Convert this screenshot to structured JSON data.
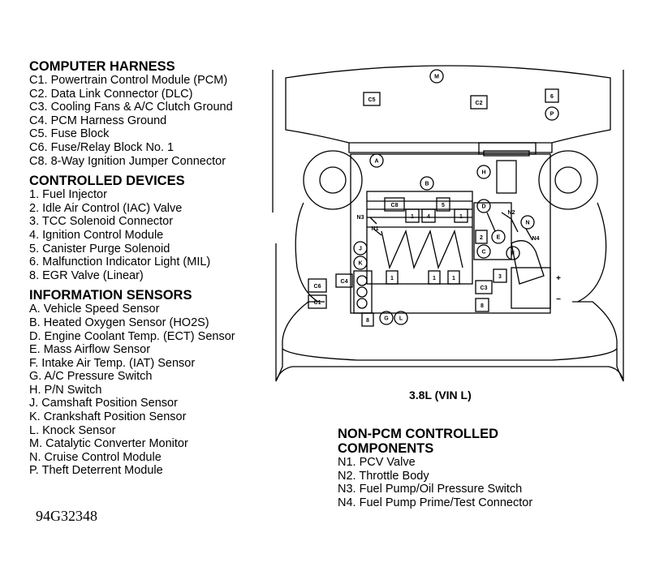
{
  "computer_harness": {
    "title": "COMPUTER HARNESS",
    "items": [
      "C1. Powertrain Control Module (PCM)",
      "C2. Data Link Connector (DLC)",
      "C3. Cooling Fans & A/C Clutch Ground",
      "C4. PCM Harness Ground",
      "C5. Fuse Block",
      "C6. Fuse/Relay Block No. 1",
      "C8. 8-Way Ignition Jumper Connector"
    ]
  },
  "controlled_devices": {
    "title": "CONTROLLED DEVICES",
    "items": [
      "1. Fuel Injector",
      "2. Idle Air Control (IAC) Valve",
      "3. TCC Solenoid Connector",
      "4. Ignition Control Module",
      "5. Canister Purge Solenoid",
      "6. Malfunction Indicator Light (MIL)",
      "8. EGR Valve (Linear)"
    ]
  },
  "information_sensors": {
    "title": "INFORMATION SENSORS",
    "items": [
      "A. Vehicle Speed Sensor",
      "B. Heated Oxygen Sensor (HO2S)",
      "D. Engine Coolant Temp. (ECT) Sensor",
      "E. Mass Airflow Sensor",
      "F. Intake Air Temp. (IAT) Sensor",
      "G. A/C Pressure Switch",
      "H. P/N Switch",
      "J. Camshaft Position Sensor",
      "K. Crankshaft Position Sensor",
      "L. Knock Sensor",
      "M. Catalytic Converter Monitor",
      "N. Cruise Control Module",
      "P. Theft Deterrent Module"
    ]
  },
  "non_pcm": {
    "title_line1": "NON-PCM CONTROLLED",
    "title_line2": "COMPONENTS",
    "items": [
      "N1. PCV Valve",
      "N2. Throttle Body",
      "N3. Fuel Pump/Oil Pressure Switch",
      "N4. Fuel Pump Prime/Test Connector"
    ]
  },
  "engine_label": "3.8L (VIN L)",
  "figure_code": "94G32348",
  "diagram_labels": {
    "M": "M",
    "C5": "C5",
    "C2": "C2",
    "six": "6",
    "P": "P",
    "A": "A",
    "B": "B",
    "H": "H",
    "C8": "C8",
    "five": "5",
    "one": "1",
    "four": "4",
    "D": "D",
    "N2": "N2",
    "N": "N",
    "N3": "N3",
    "N1": "N1",
    "two": "2",
    "E": "E",
    "N4": "N4",
    "J": "J",
    "C": "C",
    "F": "F",
    "K": "K",
    "three": "3",
    "C4": "C4",
    "C6": "C6",
    "C1": "C1",
    "C3": "C3",
    "eight": "8",
    "G": "G",
    "L": "L",
    "plus": "+",
    "minus": "−"
  }
}
